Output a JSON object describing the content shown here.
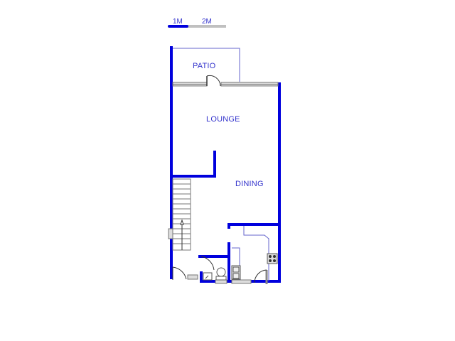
{
  "scale_bar": {
    "label_1": "1M",
    "label_2": "2M"
  },
  "rooms": {
    "patio": "PATIO",
    "lounge": "LOUNGE",
    "dining": "DINING"
  },
  "colors": {
    "wall": "#0000dd",
    "thin_line": "#6666cc",
    "window": "#888888",
    "label": "#3333cc",
    "scale_grey": "#c0c0c0"
  }
}
